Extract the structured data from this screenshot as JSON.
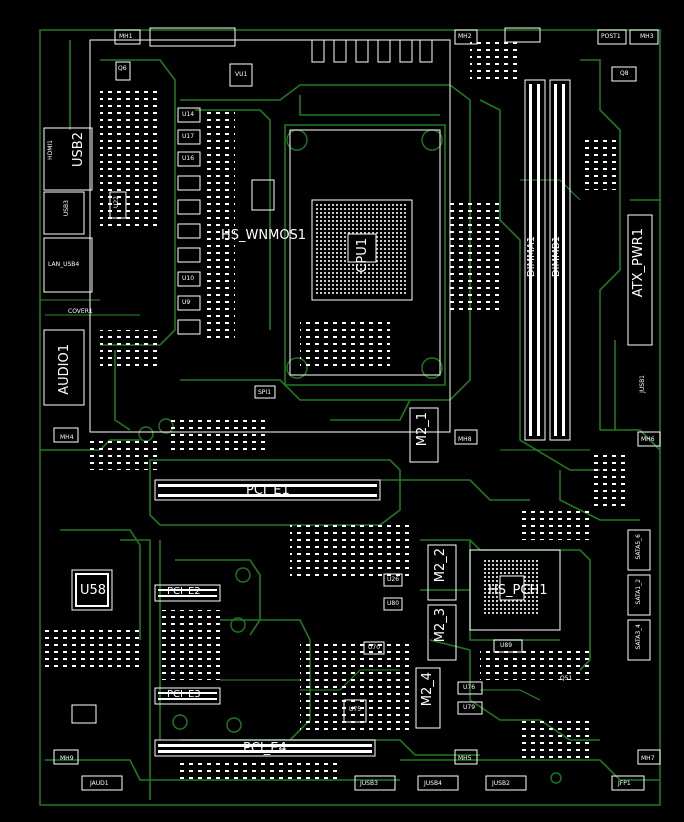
{
  "designators": {
    "cpu": "CPU1",
    "vrm": "HS_WNMOS1",
    "dimm_a": "DIMMA1",
    "dimm_b": "DIMMB1",
    "atx": "ATX_PWR1",
    "usb2": "USB2",
    "usb3": "USB3",
    "hdmi": "HDMI1",
    "lan_usb": "LAN_USB4",
    "cover": "COVER1",
    "audio": "AUDIO1",
    "m2_1": "M2_1",
    "m2_2": "M2_2",
    "m2_3": "M2_3",
    "m2_4": "M2_4",
    "pcie1": "PCI_E1",
    "pcie2": "PCI_E2",
    "pcie3": "PCI_E3",
    "pcie4": "PCI_E4",
    "u58": "U58",
    "pch": "HS_PCH1",
    "mh1": "MH1",
    "mh2": "MH2",
    "mh3": "MH3",
    "mh4": "MH4",
    "mh5": "MH5",
    "mh6": "MH6",
    "mh7": "MH7",
    "mh8": "MH8",
    "mh9": "MH9",
    "post": "POST1",
    "spi": "SPI1",
    "jfp": "JFP1",
    "jusb1": "JUSB1",
    "jusb2": "JUSB2",
    "jusb3": "JUSB3",
    "jusb4": "JUSB4",
    "jaud": "JAUD1",
    "sata1": "SATA5_6",
    "sata2": "SATA1_2",
    "sata3": "SATA3_4",
    "u26": "U26",
    "u80": "U80",
    "u70": "U70",
    "u75": "U75",
    "u76": "U76",
    "u79": "U79",
    "u89": "U89",
    "q6": "Q6",
    "q8": "Q8",
    "q51": "Q51",
    "u22": "U22",
    "u14": "U14",
    "u17": "U17",
    "u16": "U16",
    "u10": "U10",
    "u9": "U9",
    "vu1": "VU1"
  },
  "colors": {
    "trace": "#1f7a1f",
    "silk": "#ffffff",
    "bg": "#000000"
  }
}
